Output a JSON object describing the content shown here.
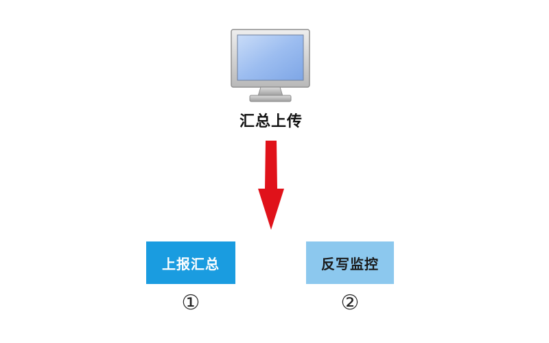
{
  "diagram": {
    "top_node": {
      "icon": "monitor-icon",
      "label": "汇总上传"
    },
    "arrow_color": "#e0121a",
    "steps": [
      {
        "label": "上报汇总",
        "number": "①",
        "color": "#1a9ce0"
      },
      {
        "label": "反写监控",
        "number": "②",
        "color": "#8cc8ee"
      }
    ]
  }
}
